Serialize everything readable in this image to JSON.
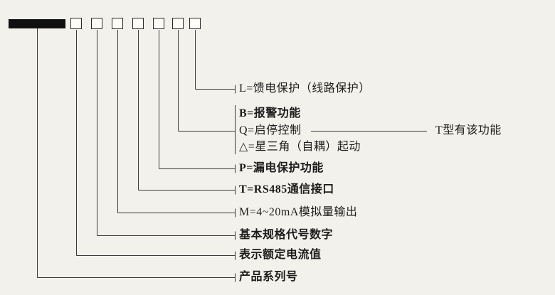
{
  "page": {
    "background_color": "#f3f1eb",
    "line_color": "#3a3a3a",
    "text_color": "#1c1c1c"
  },
  "rows": [
    {
      "text": "L=馈电保护（线路保护）"
    },
    {
      "text": "B=报警功能"
    },
    {
      "text": "Q=启停控制"
    },
    {
      "text": "△=星三角（自耦）起动"
    },
    {
      "text": "P=漏电保护功能"
    },
    {
      "text": "T=RS485通信接口"
    },
    {
      "text": "M=4~20mA模拟量输出"
    },
    {
      "text": "基本规格代号数字"
    },
    {
      "text": "表示额定电流值"
    },
    {
      "text": "产品系列号"
    }
  ],
  "side_note": "T型有该功能"
}
